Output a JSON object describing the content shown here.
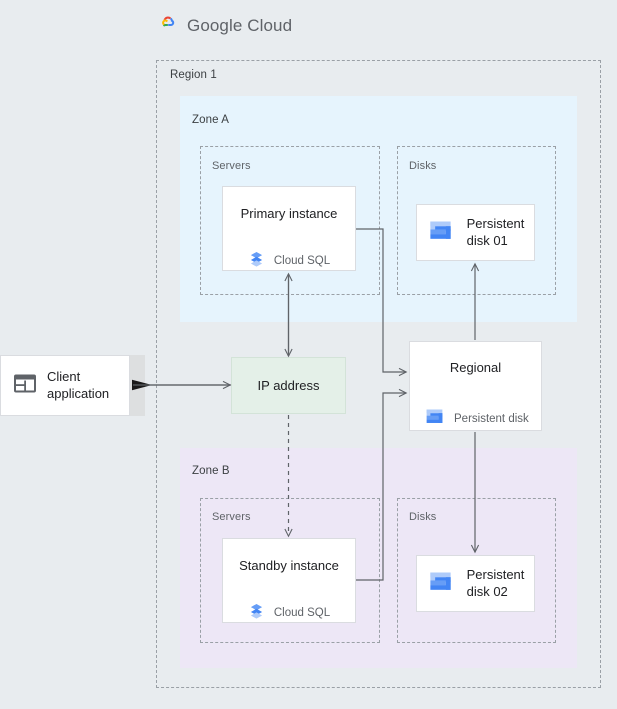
{
  "brand": {
    "name_part1": "Google",
    "name_part2": "Cloud",
    "logo_icon": "google-cloud-logo-icon",
    "colors": {
      "red": "#ea4335",
      "yellow": "#fbbc04",
      "blue": "#4285f4",
      "green": "#34a853"
    }
  },
  "diagram": {
    "background": "#e8ecef",
    "region": {
      "label": "Region 1",
      "border_color": "#9aa0a6"
    },
    "zones": [
      {
        "id": "zone-a",
        "label": "Zone A",
        "fill": "#e6f4fd",
        "groups": [
          {
            "id": "servers",
            "label": "Servers"
          },
          {
            "id": "disks",
            "label": "Disks"
          }
        ]
      },
      {
        "id": "zone-b",
        "label": "Zone B",
        "fill": "#ede7f6",
        "groups": [
          {
            "id": "servers",
            "label": "Servers"
          },
          {
            "id": "disks",
            "label": "Disks"
          }
        ]
      }
    ],
    "nodes": {
      "primary_instance": {
        "title": "Primary instance",
        "service": "Cloud SQL",
        "icon": "cloud-sql-icon"
      },
      "standby_instance": {
        "title": "Standby instance",
        "service": "Cloud SQL",
        "icon": "cloud-sql-icon"
      },
      "persistent_disk_01": {
        "line1": "Persistent",
        "line2": "disk 01",
        "icon": "persistent-disk-icon"
      },
      "persistent_disk_02": {
        "line1": "Persistent",
        "line2": "disk 02",
        "icon": "persistent-disk-icon"
      },
      "regional_disk": {
        "title": "Regional",
        "service": "Persistent disk",
        "icon": "persistent-disk-icon"
      },
      "ip_address": {
        "label": "IP address",
        "fill": "#e4f0e8"
      },
      "client_application": {
        "line1": "Client",
        "line2": "application",
        "icon": "client-window-icon"
      }
    },
    "connectors": [
      {
        "id": "client-to-ip",
        "from": "client_application",
        "to": "ip_address",
        "style": "solid",
        "arrows": "both"
      },
      {
        "id": "ip-to-primary",
        "from": "ip_address",
        "to": "primary_instance",
        "style": "solid",
        "arrows": "both"
      },
      {
        "id": "ip-to-standby",
        "from": "ip_address",
        "to": "standby_instance",
        "style": "dashed",
        "arrows": "end"
      },
      {
        "id": "primary-to-regional",
        "from": "primary_instance",
        "to": "regional_disk",
        "style": "solid",
        "arrows": "end"
      },
      {
        "id": "standby-to-regional",
        "from": "standby_instance",
        "to": "regional_disk",
        "style": "solid",
        "arrows": "end"
      },
      {
        "id": "regional-to-disk01",
        "from": "regional_disk",
        "to": "persistent_disk_01",
        "style": "solid",
        "arrows": "end"
      },
      {
        "id": "regional-to-disk02",
        "from": "regional_disk",
        "to": "persistent_disk_02",
        "style": "solid",
        "arrows": "end"
      }
    ],
    "line_color": "#5f6368"
  }
}
